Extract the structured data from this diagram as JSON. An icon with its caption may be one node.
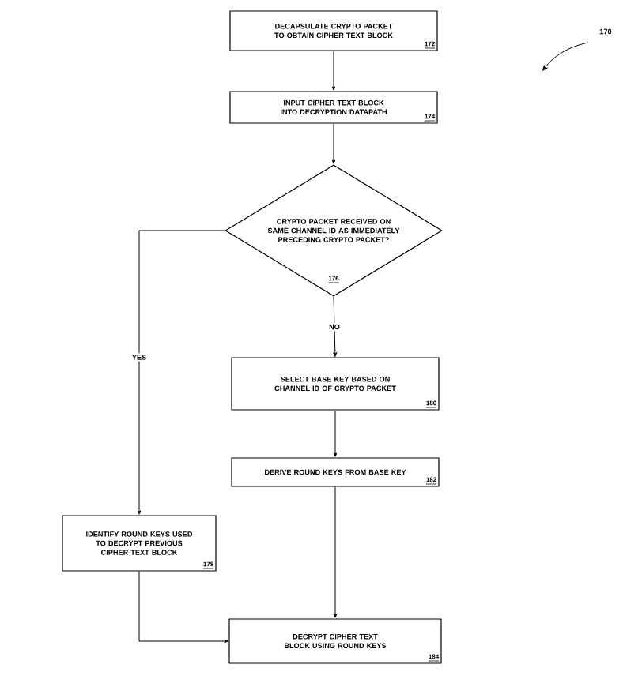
{
  "diagram": {
    "nodes": [
      {
        "text": [
          "DECAPSULATE CRYPTO PACKET TO OBTAIN CIPHER TEXT BLOCK",
          "172"
        ]
      },
      {
        "text": [
          "INPUT CIPHER TEXT BLOCK INTO DECRYPTION DATAPATH",
          "174"
        ]
      },
      {
        "text": [
          "CRYPTO PACKET RECEIVED ON SAME CHANNEL ID AS IMMEDIATELY PRECEDING CRYPTO PACKET?",
          "176"
        ]
      },
      {
        "text": [
          "SELECT BASE KEY BASED ON CHANNEL ID OF CRYPTO PACKET",
          "180"
        ]
      },
      {
        "text": [
          "DERIVE ROUND KEYS FROM BASE KEY",
          "182"
        ]
      },
      {
        "text": [
          "IDENTIFY ROUND KEYS USED TO DECRYPT PREVIOUS CIPHER TEXT BLOCK",
          "178"
        ]
      },
      {
        "text": [
          "DECRYPT CIPHER TEXT BLOCK USING ROUND KEYS",
          "184"
        ]
      }
    ],
    "edges": [
      {
        "from": 0,
        "to": 1,
        "arrow": "to"
      },
      {
        "from": 1,
        "to": 2,
        "arrow": "to"
      },
      {
        "from": 2,
        "to": 3,
        "arrow": "to",
        "label": "NO"
      },
      {
        "from": 3,
        "to": 4,
        "arrow": "to"
      },
      {
        "from": 4,
        "to": 6,
        "arrow": "to"
      },
      {
        "from": 2,
        "to": 5,
        "arrow": "to",
        "label": "YES"
      },
      {
        "from": 5,
        "to": 6,
        "arrow": "to"
      }
    ],
    "labels": [
      "170"
    ]
  }
}
